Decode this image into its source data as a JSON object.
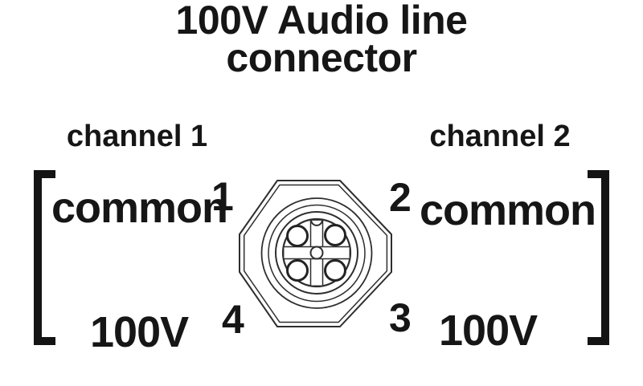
{
  "diagram": {
    "title_line1": "100V Audio line",
    "title_line2": "connector",
    "channel1_label": "channel 1",
    "channel2_label": "channel 2",
    "pins": [
      {
        "number": "1",
        "signal": "common",
        "channel": "channel 1",
        "position": "top-left"
      },
      {
        "number": "2",
        "signal": "common",
        "channel": "channel 2",
        "position": "top-right"
      },
      {
        "number": "3",
        "signal": "100V",
        "channel": "channel 2",
        "position": "bottom-right"
      },
      {
        "number": "4",
        "signal": "100V",
        "channel": "channel 1",
        "position": "bottom-left"
      }
    ],
    "connector_icon": "m12-4pin-female-connector-face",
    "colors": {
      "ink": "#161616",
      "line": "#2e2e2e",
      "background": "#ffffff"
    }
  }
}
